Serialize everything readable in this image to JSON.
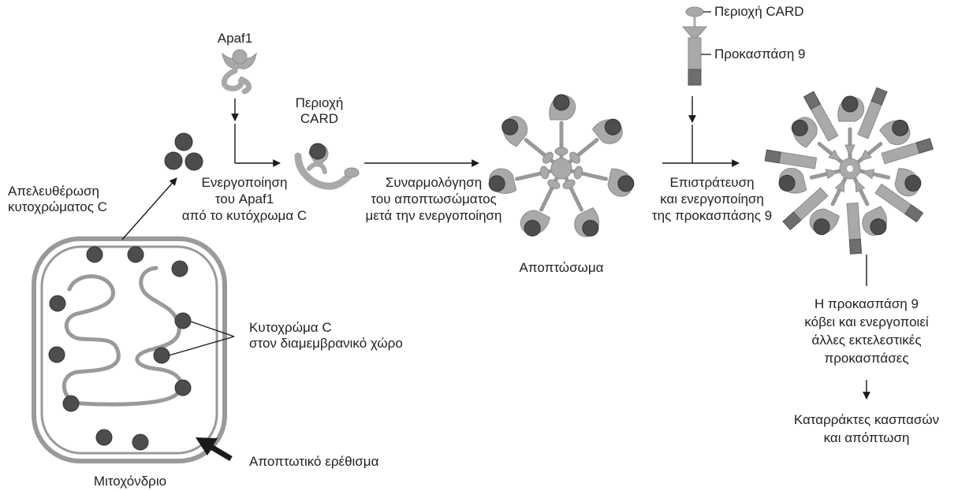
{
  "labels": {
    "apaf1": "Apaf1",
    "card_region_top": "Περιοχή CARD",
    "procaspase9_top": "Προκασπάση 9",
    "card_region_mid": [
      "Περιοχή",
      "CARD"
    ],
    "cyt_release": [
      "Απελευθέρωση",
      "κυτοχρώματος C"
    ],
    "activation": [
      "Ενεργοποίηση",
      "του Apaf1",
      "από το κυτόχρωμα C"
    ],
    "assembly": [
      "Συναρμολόγηση",
      "του αποπτωσώματος",
      "μετά την ενεργοποίηση"
    ],
    "apoptosome": "Αποπτώσωμα",
    "recruitment": [
      "Επιστράτευση",
      "και ενεργοποίηση",
      "της προκασπάσης 9"
    ],
    "cleavage": [
      "Η προκασπάση 9",
      "κόβει και ενεργοποιεί",
      "άλλες εκτελεστικές",
      "προκασπάσες"
    ],
    "cascade": [
      "Καταρράκτες κασπασών",
      "και απόπτωση"
    ],
    "cyt_c_ims": [
      "Κυτοχρώμα C",
      "στον διαμεμβρανικό χώρο"
    ],
    "stimulus": "Αποπτωτικό ερέθισμα",
    "mitochondrion": "Μιτοχόνδριο"
  },
  "colors": {
    "line": "#1a1a1a",
    "protein": "#a9a9a9",
    "protein_dark": "#888888",
    "ball": "#4d4d4d",
    "ball_edge": "#333333",
    "membrane": "#9a9a9a",
    "segment_dark": "#6e6e6e"
  }
}
